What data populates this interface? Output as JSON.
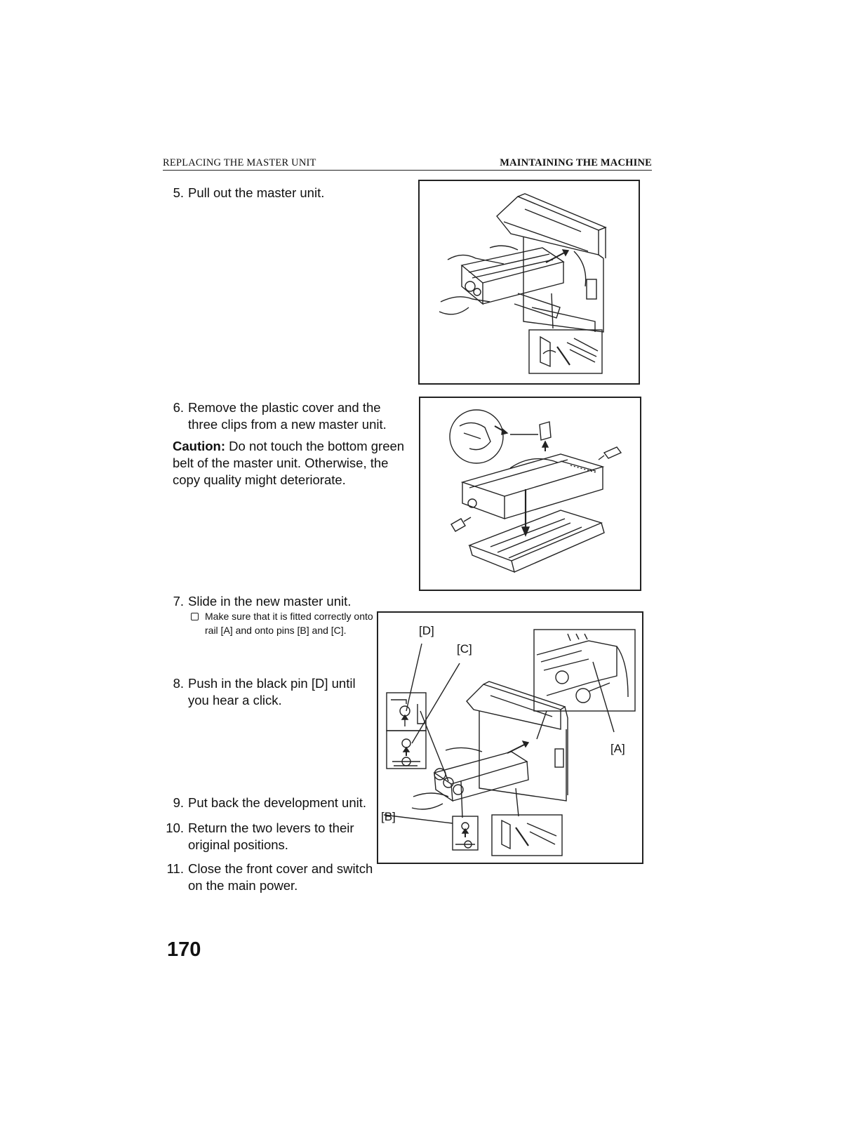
{
  "header": {
    "section": "REPLACING THE MASTER UNIT",
    "chapter": "MAINTAINING THE MACHINE"
  },
  "steps": [
    {
      "num": "5.",
      "text": "Pull out the master unit."
    },
    {
      "num": "6.",
      "text": "Remove the plastic cover and the three clips from a new master unit."
    },
    {
      "num": "7.",
      "text": "Slide in the new master unit."
    },
    {
      "num": "8.",
      "text": "Push in the black pin [D] until you hear a click."
    },
    {
      "num": "9.",
      "text": "Put back the development unit."
    },
    {
      "num": "10.",
      "text": "Return the two levers to their original positions."
    },
    {
      "num": "11.",
      "text": "Close the front cover and switch on the main power."
    }
  ],
  "caution": {
    "label": "Caution:",
    "text": "Do not touch the bottom green belt of the master unit. Otherwise, the copy quality might deteriorate."
  },
  "note": {
    "text": "Make sure that it is fitted correctly onto rail [A] and onto pins [B] and [C]."
  },
  "figure_labels": {
    "a": "[A]",
    "b": "[B]",
    "c": "[C]",
    "d": "[D]"
  },
  "page_number": "170"
}
